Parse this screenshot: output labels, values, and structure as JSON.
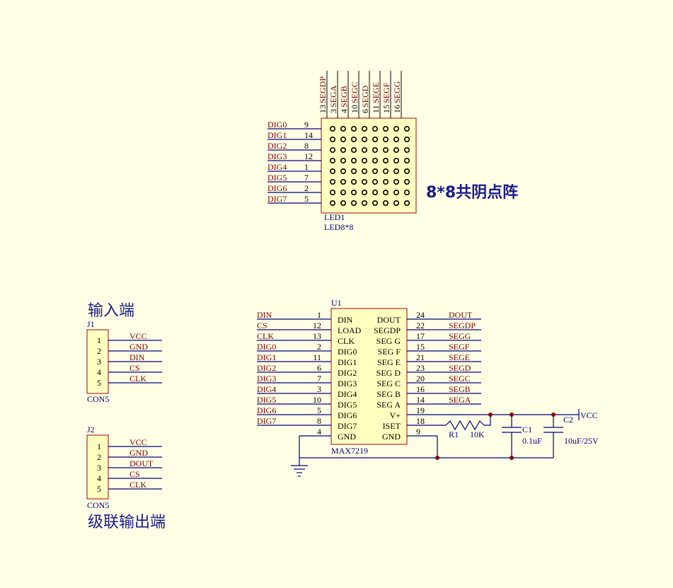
{
  "led": {
    "refdes": "LED1",
    "value": "LED8*8",
    "title": "8*8共阴点阵",
    "top_pins": [
      {
        "num": "13",
        "net": "SEGDP"
      },
      {
        "num": "3",
        "net": "SEGA"
      },
      {
        "num": "4",
        "net": "SEGB"
      },
      {
        "num": "10",
        "net": "SEGC"
      },
      {
        "num": "6",
        "net": "SEGD"
      },
      {
        "num": "11",
        "net": "SEGE"
      },
      {
        "num": "15",
        "net": "SEGF"
      },
      {
        "num": "16",
        "net": "SEGG"
      }
    ],
    "left_pins": [
      {
        "num": "9",
        "net": "DIG0"
      },
      {
        "num": "14",
        "net": "DIG1"
      },
      {
        "num": "8",
        "net": "DIG2"
      },
      {
        "num": "12",
        "net": "DIG3"
      },
      {
        "num": "1",
        "net": "DIG4"
      },
      {
        "num": "7",
        "net": "DIG5"
      },
      {
        "num": "2",
        "net": "DIG6"
      },
      {
        "num": "5",
        "net": "DIG7"
      }
    ]
  },
  "j1": {
    "title": "输入端",
    "refdes": "J1",
    "value": "CON5",
    "pins": [
      "1",
      "2",
      "3",
      "4",
      "5"
    ],
    "nets": [
      "VCC",
      "GND",
      "DIN",
      "CS",
      "CLK"
    ]
  },
  "j2": {
    "title": "级联输出端",
    "refdes": "J2",
    "value": "CON5",
    "pins": [
      "1",
      "2",
      "3",
      "4",
      "5"
    ],
    "nets": [
      "VCC",
      "GND",
      "DOUT",
      "CS",
      "CLK"
    ]
  },
  "u1": {
    "refdes": "U1",
    "value": "MAX7219",
    "left": [
      {
        "net": "DIN",
        "num": "1",
        "name": "DIN"
      },
      {
        "net": "CS",
        "num": "12",
        "name": "LOAD"
      },
      {
        "net": "CLK",
        "num": "13",
        "name": "CLK"
      },
      {
        "net": "DIG0",
        "num": "2",
        "name": "DIG0"
      },
      {
        "net": "DIG1",
        "num": "11",
        "name": "DIG1"
      },
      {
        "net": "DIG2",
        "num": "6",
        "name": "DIG2"
      },
      {
        "net": "DIG3",
        "num": "7",
        "name": "DIG3"
      },
      {
        "net": "DIG4",
        "num": "3",
        "name": "DIG4"
      },
      {
        "net": "DIG5",
        "num": "10",
        "name": "DIG5"
      },
      {
        "net": "DIG6",
        "num": "5",
        "name": "DIG6"
      },
      {
        "net": "DIG7",
        "num": "8",
        "name": "DIG7"
      },
      {
        "net": "",
        "num": "4",
        "name": "GND"
      }
    ],
    "right": [
      {
        "net": "DOUT",
        "num": "24",
        "name": "DOUT"
      },
      {
        "net": "SEGDP",
        "num": "22",
        "name": "SEGDP"
      },
      {
        "net": "SEGG",
        "num": "17",
        "name": "SEG G"
      },
      {
        "net": "SEGF",
        "num": "15",
        "name": "SEG F"
      },
      {
        "net": "SEGE",
        "num": "21",
        "name": "SEG E"
      },
      {
        "net": "SEGD",
        "num": "23",
        "name": "SEG D"
      },
      {
        "net": "SEGC",
        "num": "20",
        "name": "SEG C"
      },
      {
        "net": "SEGB",
        "num": "16",
        "name": "SEG B"
      },
      {
        "net": "SEGA",
        "num": "14",
        "name": "SEG A"
      },
      {
        "net": "",
        "num": "19",
        "name": "V+"
      },
      {
        "net": "",
        "num": "18",
        "name": "ISET"
      },
      {
        "net": "",
        "num": "9",
        "name": "GND"
      }
    ]
  },
  "passives": {
    "r1_ref": "R1",
    "r1_val": "10K",
    "c1_ref": "C1",
    "c1_val": "0.1uF",
    "c2_ref": "C2",
    "c2_val": "10uF/25V",
    "vcc": "VCC"
  }
}
